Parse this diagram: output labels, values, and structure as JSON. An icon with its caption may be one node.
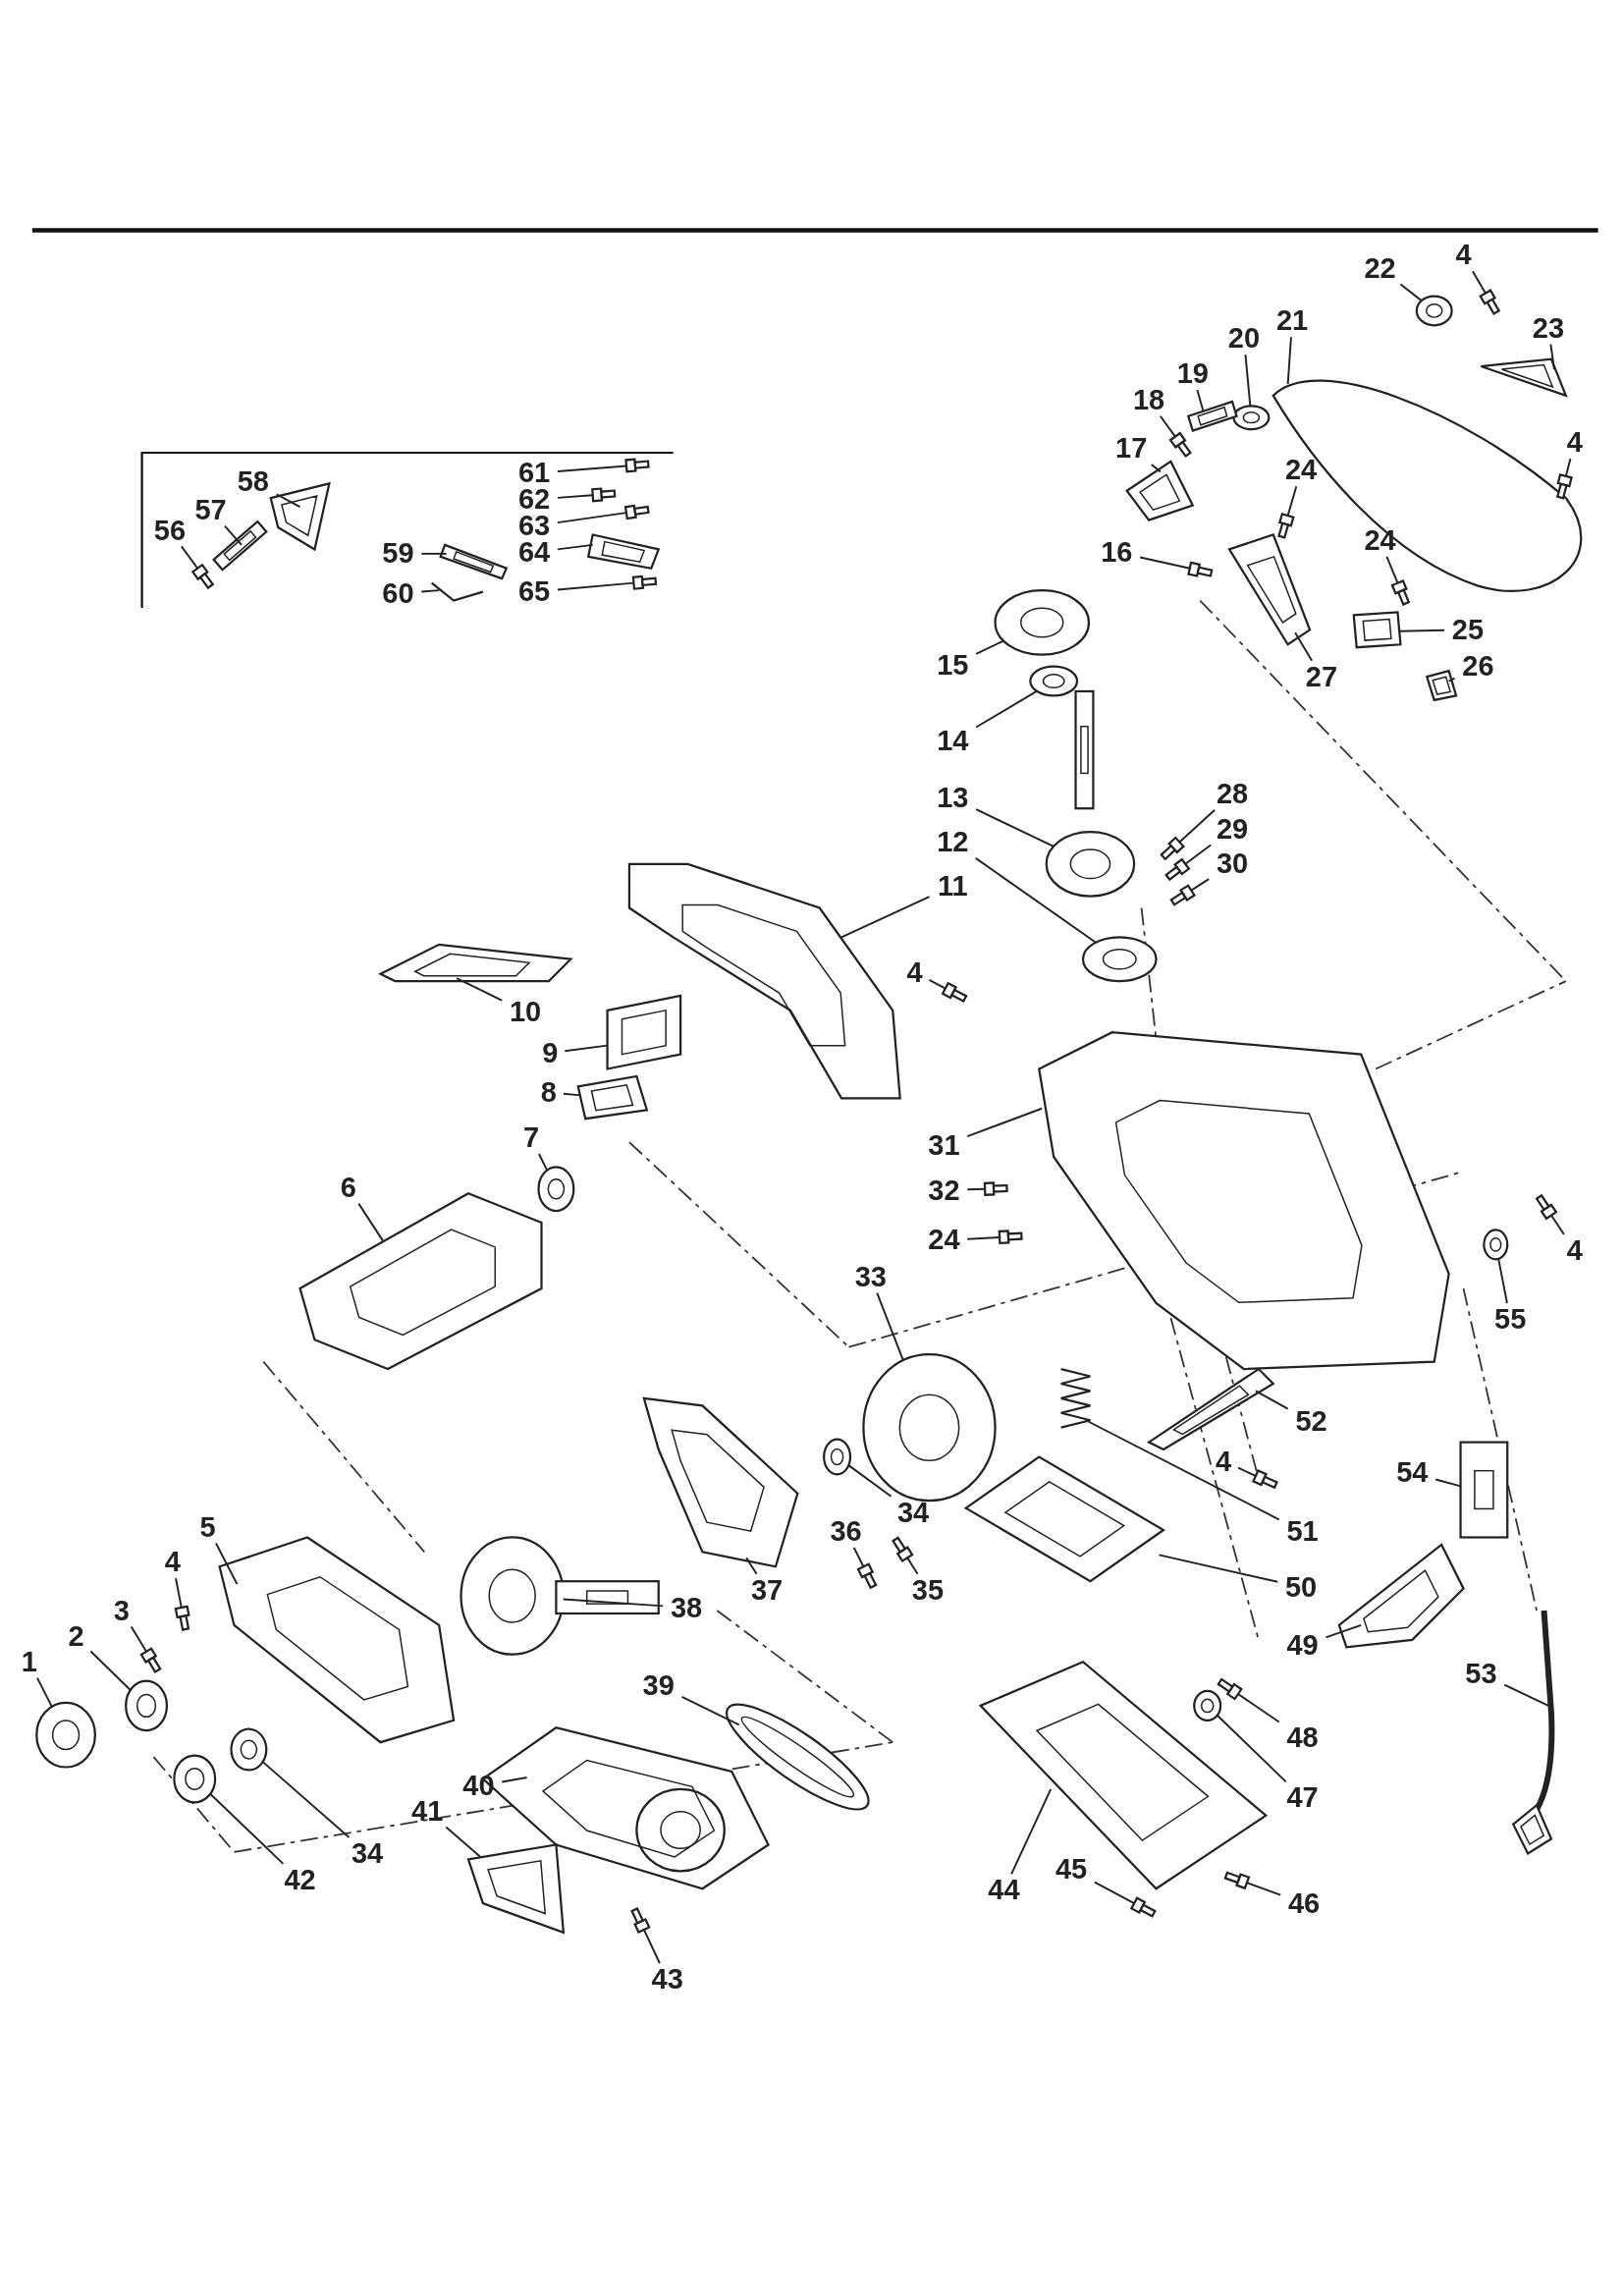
{
  "diagram": {
    "nodes": [
      {
        "text": [
          "56"
        ]
      },
      {
        "text": [
          "57"
        ]
      },
      {
        "text": [
          "58"
        ]
      },
      {
        "text": [
          "61"
        ]
      },
      {
        "text": [
          "62"
        ]
      },
      {
        "text": [
          "63"
        ]
      },
      {
        "text": [
          "64"
        ]
      },
      {
        "text": [
          "59"
        ]
      },
      {
        "text": [
          "60"
        ]
      },
      {
        "text": [
          "65"
        ]
      },
      {
        "text": [
          "4"
        ]
      },
      {
        "text": [
          "22"
        ]
      },
      {
        "text": [
          "21"
        ]
      },
      {
        "text": [
          "23"
        ]
      },
      {
        "text": [
          "20"
        ]
      },
      {
        "text": [
          "19"
        ]
      },
      {
        "text": [
          "18"
        ]
      },
      {
        "text": [
          "17"
        ]
      },
      {
        "text": [
          "4"
        ]
      },
      {
        "text": [
          "24"
        ]
      },
      {
        "text": [
          "24"
        ]
      },
      {
        "text": [
          "16"
        ]
      },
      {
        "text": [
          "25"
        ]
      },
      {
        "text": [
          "27"
        ]
      },
      {
        "text": [
          "26"
        ]
      },
      {
        "text": [
          "15"
        ]
      },
      {
        "text": [
          "14"
        ]
      },
      {
        "text": [
          "28"
        ]
      },
      {
        "text": [
          "13"
        ]
      },
      {
        "text": [
          "29"
        ]
      },
      {
        "text": [
          "12"
        ]
      },
      {
        "text": [
          "30"
        ]
      },
      {
        "text": [
          "11"
        ]
      },
      {
        "text": [
          "4"
        ]
      },
      {
        "text": [
          "10"
        ]
      },
      {
        "text": [
          "9"
        ]
      },
      {
        "text": [
          "8"
        ]
      },
      {
        "text": [
          "7"
        ]
      },
      {
        "text": [
          "31"
        ]
      },
      {
        "text": [
          "6"
        ]
      },
      {
        "text": [
          "32"
        ]
      },
      {
        "text": [
          "24"
        ]
      },
      {
        "text": [
          "4"
        ]
      },
      {
        "text": [
          "33"
        ]
      },
      {
        "text": [
          "55"
        ]
      },
      {
        "text": [
          "52"
        ]
      },
      {
        "text": [
          "4"
        ]
      },
      {
        "text": [
          "54"
        ]
      },
      {
        "text": [
          "34"
        ]
      },
      {
        "text": [
          "5"
        ]
      },
      {
        "text": [
          "51"
        ]
      },
      {
        "text": [
          "36"
        ]
      },
      {
        "text": [
          "4"
        ]
      },
      {
        "text": [
          "50"
        ]
      },
      {
        "text": [
          "37"
        ]
      },
      {
        "text": [
          "35"
        ]
      },
      {
        "text": [
          "3"
        ]
      },
      {
        "text": [
          "38"
        ]
      },
      {
        "text": [
          "2"
        ]
      },
      {
        "text": [
          "49"
        ]
      },
      {
        "text": [
          "1"
        ]
      },
      {
        "text": [
          "53"
        ]
      },
      {
        "text": [
          "39"
        ]
      },
      {
        "text": [
          "48"
        ]
      },
      {
        "text": [
          "40"
        ]
      },
      {
        "text": [
          "47"
        ]
      },
      {
        "text": [
          "41"
        ]
      },
      {
        "text": [
          "34"
        ]
      },
      {
        "text": [
          "45"
        ]
      },
      {
        "text": [
          "42"
        ]
      },
      {
        "text": [
          "44"
        ]
      },
      {
        "text": [
          "46"
        ]
      },
      {
        "text": [
          "43"
        ]
      },
      {
        "text": [],
        "shape": "picture"
      },
      {
        "text": [],
        "shape": "picture"
      },
      {
        "text": [],
        "shape": "picture"
      },
      {
        "text": [],
        "shape": "picture"
      },
      {
        "text": [],
        "shape": "picture"
      },
      {
        "text": [],
        "shape": "picture"
      },
      {
        "text": [],
        "shape": "picture"
      },
      {
        "text": [],
        "shape": "picture"
      },
      {
        "text": [],
        "shape": "picture"
      },
      {
        "text": [],
        "shape": "picture"
      },
      {
        "text": [],
        "shape": "picture"
      },
      {
        "text": [],
        "shape": "picture"
      },
      {
        "text": [],
        "shape": "picture"
      },
      {
        "text": [],
        "shape": "picture"
      },
      {
        "text": [],
        "shape": "picture"
      },
      {
        "text": [],
        "shape": "picture"
      },
      {
        "text": [],
        "shape": "picture"
      },
      {
        "text": [],
        "shape": "picture"
      },
      {
        "text": [],
        "shape": "picture"
      },
      {
        "text": [],
        "shape": "picture"
      },
      {
        "text": [],
        "shape": "picture"
      },
      {
        "text": [],
        "shape": "picture"
      },
      {
        "text": [],
        "shape": "picture"
      },
      {
        "text": [],
        "shape": "picture"
      },
      {
        "text": [],
        "shape": "picture"
      },
      {
        "text": [],
        "shape": "picture"
      },
      {
        "text": [],
        "shape": "picture"
      },
      {
        "text": [],
        "shape": "picture"
      },
      {
        "text": [],
        "shape": "picture"
      },
      {
        "text": [],
        "shape": "picture"
      },
      {
        "text": [],
        "shape": "picture"
      },
      {
        "text": [],
        "shape": "picture"
      },
      {
        "text": [],
        "shape": "picture"
      },
      {
        "text": [],
        "shape": "picture"
      },
      {
        "text": [],
        "shape": "picture"
      },
      {
        "text": [],
        "shape": "picture"
      },
      {
        "text": [],
        "shape": "picture"
      },
      {
        "text": [],
        "shape": "picture"
      },
      {
        "text": [],
        "shape": "picture"
      },
      {
        "text": [],
        "shape": "picture"
      },
      {
        "text": [],
        "shape": "picture"
      },
      {
        "text": [],
        "shape": "picture"
      },
      {
        "text": [],
        "shape": "picture"
      },
      {
        "text": [],
        "shape": "picture"
      },
      {
        "text": [],
        "shape": "picture"
      },
      {
        "text": [],
        "shape": "picture"
      },
      {
        "text": [],
        "shape": "picture"
      },
      {
        "text": [],
        "shape": "picture"
      },
      {
        "text": [],
        "shape": "picture"
      },
      {
        "text": [],
        "shape": "picture"
      },
      {
        "text": [],
        "shape": "picture"
      },
      {
        "text": [],
        "shape": "picture"
      },
      {
        "text": [],
        "shape": "picture"
      },
      {
        "text": [],
        "shape": "picture"
      },
      {
        "text": [],
        "shape": "picture"
      },
      {
        "text": [],
        "shape": "picture"
      },
      {
        "text": [],
        "shape": "picture"
      },
      {
        "text": [],
        "shape": "picture"
      },
      {
        "text": [],
        "shape": "picture"
      },
      {
        "text": [],
        "shape": "picture"
      },
      {
        "text": [],
        "shape": "picture"
      },
      {
        "text": [],
        "shape": "picture"
      },
      {
        "text": [],
        "shape": "picture"
      },
      {
        "text": [],
        "shape": "picture"
      },
      {
        "text": [],
        "shape": "picture"
      },
      {
        "text": [],
        "shape": "picture"
      },
      {
        "text": [],
        "shape": "picture"
      },
      {
        "text": [],
        "shape": "picture"
      },
      {
        "text": [],
        "shape": "picture"
      },
      {
        "text": [],
        "shape": "picture"
      },
      {
        "text": [],
        "shape": "picture"
      },
      {
        "text": [],
        "shape": "picture"
      },
      {
        "text": [],
        "shape": "picture"
      }
    ],
    "edges": [
      {
        "from": 0,
        "to": 73,
        "arrow": "none"
      },
      {
        "from": 1,
        "to": 74,
        "arrow": "none"
      },
      {
        "from": 2,
        "to": 75,
        "arrow": "none"
      },
      {
        "from": 3,
        "to": 76,
        "arrow": "none"
      },
      {
        "from": 4,
        "to": 77,
        "arrow": "none"
      },
      {
        "from": 5,
        "to": 78,
        "arrow": "none"
      },
      {
        "from": 6,
        "to": 79,
        "arrow": "none"
      },
      {
        "from": 7,
        "to": 80,
        "arrow": "none"
      },
      {
        "from": 8,
        "to": 81,
        "arrow": "none"
      },
      {
        "from": 9,
        "to": 82,
        "arrow": "none"
      },
      {
        "from": 10,
        "to": 83,
        "arrow": "none"
      },
      {
        "from": 11,
        "to": 84,
        "arrow": "none"
      },
      {
        "from": 12,
        "to": 85,
        "arrow": "none"
      },
      {
        "from": 13,
        "to": 86,
        "arrow": "none"
      },
      {
        "from": 14,
        "to": 87,
        "arrow": "none"
      },
      {
        "from": 15,
        "to": 88,
        "arrow": "none"
      },
      {
        "from": 16,
        "to": 89,
        "arrow": "none"
      },
      {
        "from": 17,
        "to": 90,
        "arrow": "none"
      },
      {
        "from": 18,
        "to": 91,
        "arrow": "none"
      },
      {
        "from": 19,
        "to": 92,
        "arrow": "none"
      },
      {
        "from": 20,
        "to": 93,
        "arrow": "none"
      },
      {
        "from": 21,
        "to": 94,
        "arrow": "none"
      },
      {
        "from": 22,
        "to": 95,
        "arrow": "none"
      },
      {
        "from": 23,
        "to": 96,
        "arrow": "none"
      },
      {
        "from": 24,
        "to": 97,
        "arrow": "none"
      },
      {
        "from": 25,
        "to": 98,
        "arrow": "none"
      },
      {
        "from": 26,
        "to": 99,
        "arrow": "none"
      },
      {
        "from": 27,
        "to": 100,
        "arrow": "none"
      },
      {
        "from": 28,
        "to": 101,
        "arrow": "none"
      },
      {
        "from": 29,
        "to": 102,
        "arrow": "none"
      },
      {
        "from": 30,
        "to": 103,
        "arrow": "none"
      },
      {
        "from": 31,
        "to": 104,
        "arrow": "none"
      },
      {
        "from": 32,
        "to": 105,
        "arrow": "none"
      },
      {
        "from": 33,
        "to": 106,
        "arrow": "none"
      },
      {
        "from": 34,
        "to": 107,
        "arrow": "none"
      },
      {
        "from": 35,
        "to": 108,
        "arrow": "none"
      },
      {
        "from": 36,
        "to": 109,
        "arrow": "none"
      },
      {
        "from": 37,
        "to": 110,
        "arrow": "none"
      },
      {
        "from": 38,
        "to": 111,
        "arrow": "none"
      },
      {
        "from": 39,
        "to": 112,
        "arrow": "none"
      },
      {
        "from": 40,
        "to": 113,
        "arrow": "none"
      },
      {
        "from": 41,
        "to": 114,
        "arrow": "none"
      },
      {
        "from": 42,
        "to": 115,
        "arrow": "none"
      },
      {
        "from": 43,
        "to": 116,
        "arrow": "none"
      },
      {
        "from": 44,
        "to": 117,
        "arrow": "none"
      },
      {
        "from": 45,
        "to": 118,
        "arrow": "none"
      },
      {
        "from": 46,
        "to": 119,
        "arrow": "none"
      },
      {
        "from": 47,
        "to": 120,
        "arrow": "none"
      },
      {
        "from": 48,
        "to": 121,
        "arrow": "none"
      },
      {
        "from": 49,
        "to": 122,
        "arrow": "none"
      },
      {
        "from": 50,
        "to": 123,
        "arrow": "none"
      },
      {
        "from": 51,
        "to": 124,
        "arrow": "none"
      },
      {
        "from": 52,
        "to": 125,
        "arrow": "none"
      },
      {
        "from": 53,
        "to": 126,
        "arrow": "none"
      },
      {
        "from": 54,
        "to": 127,
        "arrow": "none"
      },
      {
        "from": 55,
        "to": 128,
        "arrow": "none"
      },
      {
        "from": 56,
        "to": 129,
        "arrow": "none"
      },
      {
        "from": 57,
        "to": 130,
        "arrow": "none"
      },
      {
        "from": 58,
        "to": 131,
        "arrow": "none"
      },
      {
        "from": 59,
        "to": 132,
        "arrow": "none"
      },
      {
        "from": 60,
        "to": 133,
        "arrow": "none"
      },
      {
        "from": 61,
        "to": 134,
        "arrow": "none"
      },
      {
        "from": 62,
        "to": 135,
        "arrow": "none"
      },
      {
        "from": 63,
        "to": 136,
        "arrow": "none"
      },
      {
        "from": 64,
        "to": 137,
        "arrow": "none"
      },
      {
        "from": 65,
        "to": 138,
        "arrow": "none"
      },
      {
        "from": 66,
        "to": 139,
        "arrow": "none"
      },
      {
        "from": 67,
        "to": 140,
        "arrow": "none"
      },
      {
        "from": 68,
        "to": 141,
        "arrow": "none"
      },
      {
        "from": 69,
        "to": 142,
        "arrow": "none"
      },
      {
        "from": 70,
        "to": 143,
        "arrow": "none"
      },
      {
        "from": 71,
        "to": 144,
        "arrow": "none"
      },
      {
        "from": 72,
        "to": 145,
        "arrow": "none"
      }
    ]
  }
}
